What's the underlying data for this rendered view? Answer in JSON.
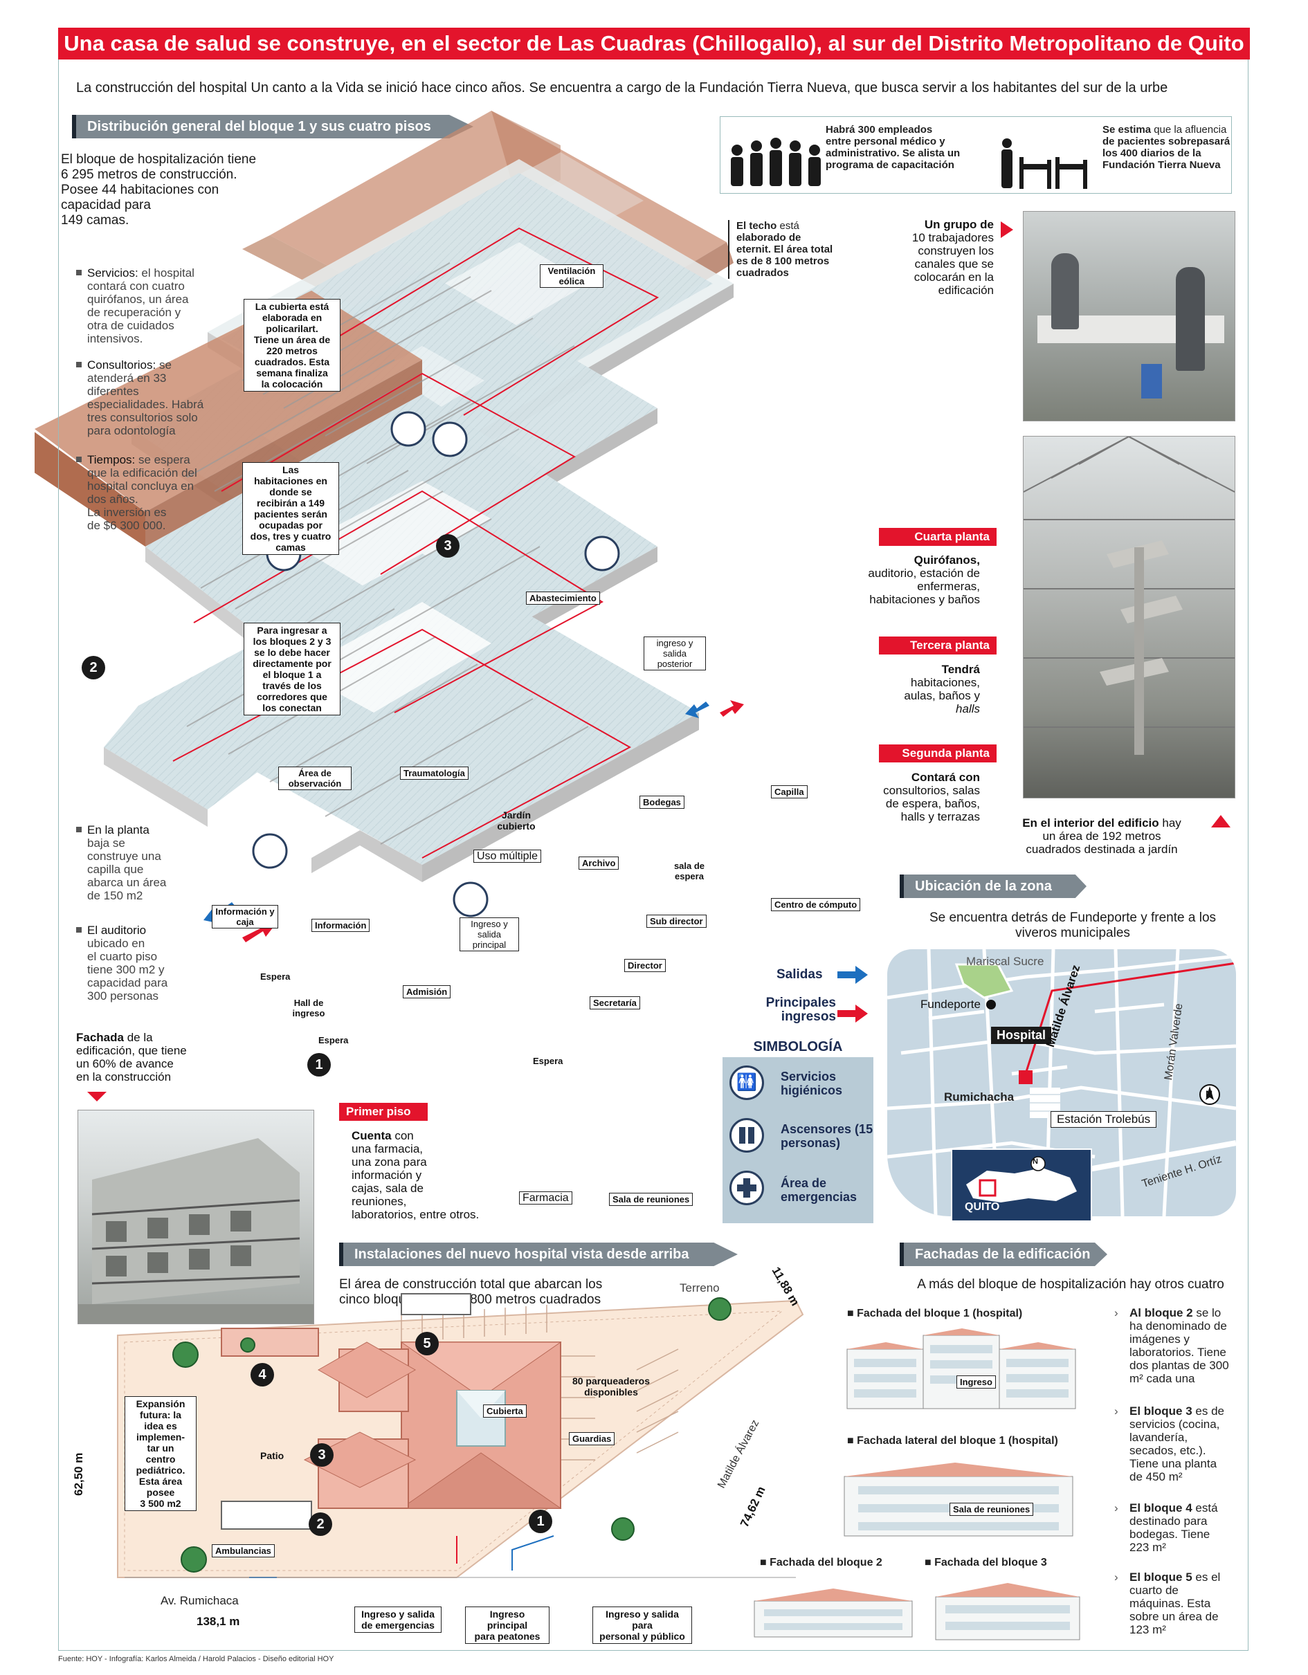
{
  "header": {
    "title": "Una casa de salud se construye, en el sector de Las Cuadras (Chillogallo), al sur del Distrito Metropolitano de Quito",
    "intro": "La construcción del hospital Un canto a la Vida se inició hace cinco años. Se encuentra a cargo de la Fundación Tierra Nueva, que busca servir a los habitantes del sur de la urbe"
  },
  "section1": {
    "title": "Distribución general del bloque 1 y sus cuatro pisos",
    "intro_lines": [
      "El bloque de hospitalización tiene",
      "6 295 metros de construcción.",
      "Posee 44 habitaciones con",
      "capacidad para",
      "149 camas."
    ],
    "bullets": [
      {
        "bold": "Servicios:",
        "lines": [
          " el hospital",
          "contará con cuatro",
          "quirófanos, un área",
          "de recuperación y",
          "otra de cuidados",
          "intensivos."
        ]
      },
      {
        "bold": "Consultorios:",
        "lines": [
          " se",
          "atenderá en 33",
          "diferentes",
          "especialidades. Habrá",
          "tres consultorios solo",
          "para odontología"
        ]
      },
      {
        "bold": "Tiempos:",
        "lines": [
          " se espera",
          "que la edificación del",
          "hospital concluya en",
          "dos años.",
          "La inversión es",
          "de $6 300 000."
        ]
      },
      {
        "bold": "En la planta",
        "lines": [
          "baja se",
          "construye una",
          "capilla que",
          "abarca un área",
          "de 150 m2"
        ]
      },
      {
        "bold": "El auditorio",
        "lines": [
          "ubicado en",
          "el cuarto piso",
          "tiene 300 m2 y",
          "capacidad para",
          "300 personas"
        ]
      }
    ],
    "staff": {
      "bold": "Habrá 300 empleados",
      "lines": [
        "entre personal médico y",
        "administrativo. Se alista un",
        "programa de capacitación"
      ]
    },
    "patients": {
      "bold": "Se estima",
      "lines": [
        " que la afluencia",
        "de pacientes sobrepasará",
        "los 400 diarios de la",
        "Fundación Tierra Nueva"
      ]
    },
    "roof_note": {
      "bold": "El techo",
      "lines": [
        " está",
        "elaborado de",
        "eternit. El área total",
        "es de 8 100 metros",
        "cuadrados"
      ]
    },
    "workers_note": {
      "bold": "Un grupo de",
      "lines": [
        "10 trabajadores",
        "construyen los",
        "canales que se",
        "colocarán en la",
        "edificación"
      ]
    },
    "interior_note": {
      "bold": "En el interior del edificio",
      "lines": [
        " hay",
        "un área de 192 metros",
        "cuadrados destinada a jardín"
      ]
    },
    "facade_note": {
      "bold": "Fachada",
      "lines": [
        " de la",
        "edificación, que tiene",
        "un 60% de avance",
        "en la construcción"
      ]
    },
    "callouts": {
      "cubierta": [
        "La cubierta está",
        "elaborada en",
        "policarilart.",
        "Tiene un área de",
        "220 metros",
        "cuadrados. Esta",
        "semana finaliza",
        "la colocación"
      ],
      "habitaciones": [
        "Las",
        "habitaciones en",
        "donde se",
        "recibirán a 149",
        "pacientes serán",
        "ocupadas por",
        "dos, tres y cuatro",
        "camas"
      ],
      "ingresar": [
        "Para ingresar a",
        "los bloques 2 y 3",
        "se lo debe hacer",
        "directamente por",
        "el bloque 1 a",
        "través de los",
        "corredores que",
        "los conectan"
      ]
    },
    "floors": [
      {
        "tag": "Cuarta planta",
        "bold": "Quirófanos,",
        "lines": [
          "auditorio, estación de",
          "enfermeras,",
          "habitaciones y baños"
        ]
      },
      {
        "tag": "Tercera planta",
        "bold": "Tendrá",
        "lines": [
          "habitaciones,",
          "aulas, baños y",
          "halls"
        ]
      },
      {
        "tag": "Segunda planta",
        "bold": "Contará con",
        "lines": [
          "consultorios, salas",
          "de espera, baños,",
          "halls y terrazas"
        ]
      }
    ],
    "first_floor": {
      "tag": "Primer piso",
      "bold": "Cuenta",
      "lines": [
        " con",
        "una farmacia,",
        "una zona para",
        "información y",
        "cajas, sala de",
        "reuniones,",
        "laboratorios, entre otros."
      ]
    },
    "room_labels": [
      "Ventilación eólica",
      "Abastecimiento",
      "ingreso y salida posterior",
      "Área de observación",
      "Traumatología",
      "Bodegas",
      "Capilla",
      "Jardín cubierto",
      "Uso múltiple",
      "Archivo",
      "sala de espera",
      "Información y caja",
      "Información",
      "Ingreso y salida principal",
      "Sub director",
      "Centro de cómputo",
      "Director",
      "Espera",
      "Hall de ingreso",
      "Espera",
      "Admisión",
      "Secretaría",
      "Espera",
      "Farmacia",
      "Sala de reuniones"
    ],
    "legend": {
      "salidas": "Salidas",
      "ingresos": "Principales ingresos",
      "symbology_title": "SIMBOLOGÍA",
      "sym1": "Servicios higiénicos",
      "sym2": "Ascensores (15 personas)",
      "sym3": "Área de emergencias"
    },
    "block_numbers": [
      "2",
      "3",
      "1"
    ]
  },
  "location": {
    "title": "Ubicación de la zona",
    "desc_lines": [
      "Se encuentra detrás de Fundeporte y frente a los",
      "viveros municipales"
    ],
    "streets": [
      "Mariscal Sucre",
      "Fundeporte",
      "Hospital",
      "Matilde Álvarez",
      "Morán Valverde",
      "Rumichacha",
      "Estación Trolebús",
      "Teniente H. Ortíz",
      "QUITO",
      "N",
      "N"
    ]
  },
  "aerial": {
    "title": "Instalaciones del nuevo hospital vista desde arriba",
    "desc_lines": [
      "El área de construcción total que abarcan los",
      "cinco bloques es de 7 800 metros cuadrados"
    ],
    "labels": {
      "terreno": "Terreno",
      "dim_top": "11,88 m",
      "dim_left": "62,50 m",
      "dim_right": "74,62 m",
      "dim_bottom": "138,1 m",
      "parking": [
        "80 parqueaderos",
        "disponibles"
      ],
      "cubierta": "Cubierta",
      "guardias": "Guardias",
      "patio": "Patio",
      "expansion": [
        "Expansión",
        "futura: la",
        "idea es",
        "implemen-",
        "tar un",
        "centro",
        "pediátrico.",
        "Esta área",
        "posee",
        "3 500 m2"
      ],
      "ambulancias": "Ambulancias",
      "av": "Av. Rumichaca",
      "matilde": "Matilde Álvarez",
      "gate1": [
        "Ingreso y salida",
        "de emergencias"
      ],
      "gate2": [
        "Ingreso principal",
        "para peatones"
      ],
      "gate3": [
        "Ingreso y salida para",
        "personal y público"
      ]
    },
    "block_numbers": [
      "5",
      "4",
      "3",
      "2",
      "1"
    ]
  },
  "facades": {
    "title": "Fachadas de la edificación",
    "intro": "A más del bloque de hospitalización hay otros cuatro",
    "f1": "Fachada del bloque 1 (hospital)",
    "f1_label": "Ingreso",
    "f2": "Fachada lateral del bloque 1 (hospital)",
    "f2_label": "Sala de reuniones",
    "f3": "Fachada del bloque 2",
    "f4": "Fachada del bloque 3",
    "notes": [
      {
        "bold": "Al bloque 2",
        "lines": [
          " se lo",
          "ha denominado de",
          "imágenes y",
          "laboratorios. Tiene",
          "dos plantas de 300",
          "m² cada una"
        ]
      },
      {
        "bold": "El bloque 3",
        "lines": [
          " es de",
          "servicios (cocina,",
          "lavandería,",
          "secados, etc.).",
          "Tiene una planta",
          "de 450 m²"
        ]
      },
      {
        "bold": "El bloque 4",
        "lines": [
          " está",
          "destinado para",
          "bodegas. Tiene",
          "223 m²"
        ]
      },
      {
        "bold": "El bloque 5",
        "lines": [
          " es el",
          "cuarto de",
          "máquinas. Esta",
          "sobre un área de",
          "123 m²"
        ]
      }
    ]
  },
  "footer": {
    "credits": "Fuente: HOY - Infografía: Karlos Almeida / Harold Palacios - Diseño editorial HOY"
  },
  "colors": {
    "red": "#e3142c",
    "roof": "#c98a6e",
    "floor": "#d4e3e7",
    "wall": "#f2f2f2",
    "map": "#c7d7e2"
  }
}
